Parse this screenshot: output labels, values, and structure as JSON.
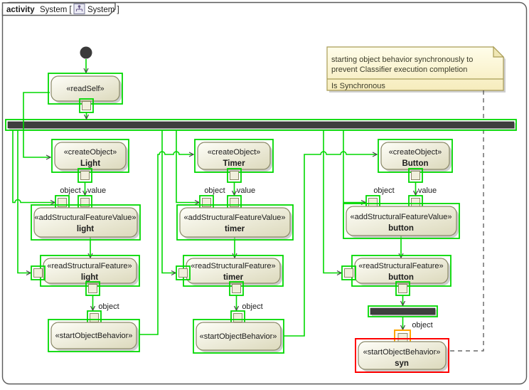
{
  "frame": {
    "kind_label": "activity",
    "name_label": "System [",
    "diagram_label": "System ]"
  },
  "note": {
    "body_line1": "starting object behavior synchronously to",
    "body_line2": "prevent Classifier execution completion",
    "property": "Is Synchronous"
  },
  "pin_labels": {
    "object": "object",
    "value": "value"
  },
  "nodes": {
    "read_self": {
      "stereotype": "«readSelf»"
    },
    "create_light": {
      "stereotype": "«createObject»",
      "name": "Light"
    },
    "add_light": {
      "stereotype": "«addStructuralFeatureValue»",
      "name": "light"
    },
    "read_light": {
      "stereotype": "«readStructuralFeature»",
      "name": "light"
    },
    "start_light": {
      "stereotype": "«startObjectBehavior»"
    },
    "create_timer": {
      "stereotype": "«createObject»",
      "name": "Timer"
    },
    "add_timer": {
      "stereotype": "«addStructuralFeatureValue»",
      "name": "timer"
    },
    "read_timer": {
      "stereotype": "«readStructuralFeature»",
      "name": "timer"
    },
    "start_timer": {
      "stereotype": "«startObjectBehavior»"
    },
    "create_button": {
      "stereotype": "«createObject»",
      "name": "Button"
    },
    "add_button": {
      "stereotype": "«addStructuralFeatureValue»",
      "name": "button"
    },
    "read_button": {
      "stereotype": "«readStructuralFeature»",
      "name": "button"
    },
    "start_syn": {
      "stereotype": "«startObjectBehavior»",
      "name": "syn"
    }
  },
  "colors": {
    "selection_green": "#00d800",
    "pin_warning_orange": "#ffa500",
    "error_red": "#ff0000",
    "node_border": "#8a8867",
    "node_fill_top": "#fefef8",
    "node_fill_bottom": "#dcd9bc",
    "bar_fill": "#3f3f3f",
    "note_border": "#a99c55",
    "note_fill": "#fffce0"
  }
}
